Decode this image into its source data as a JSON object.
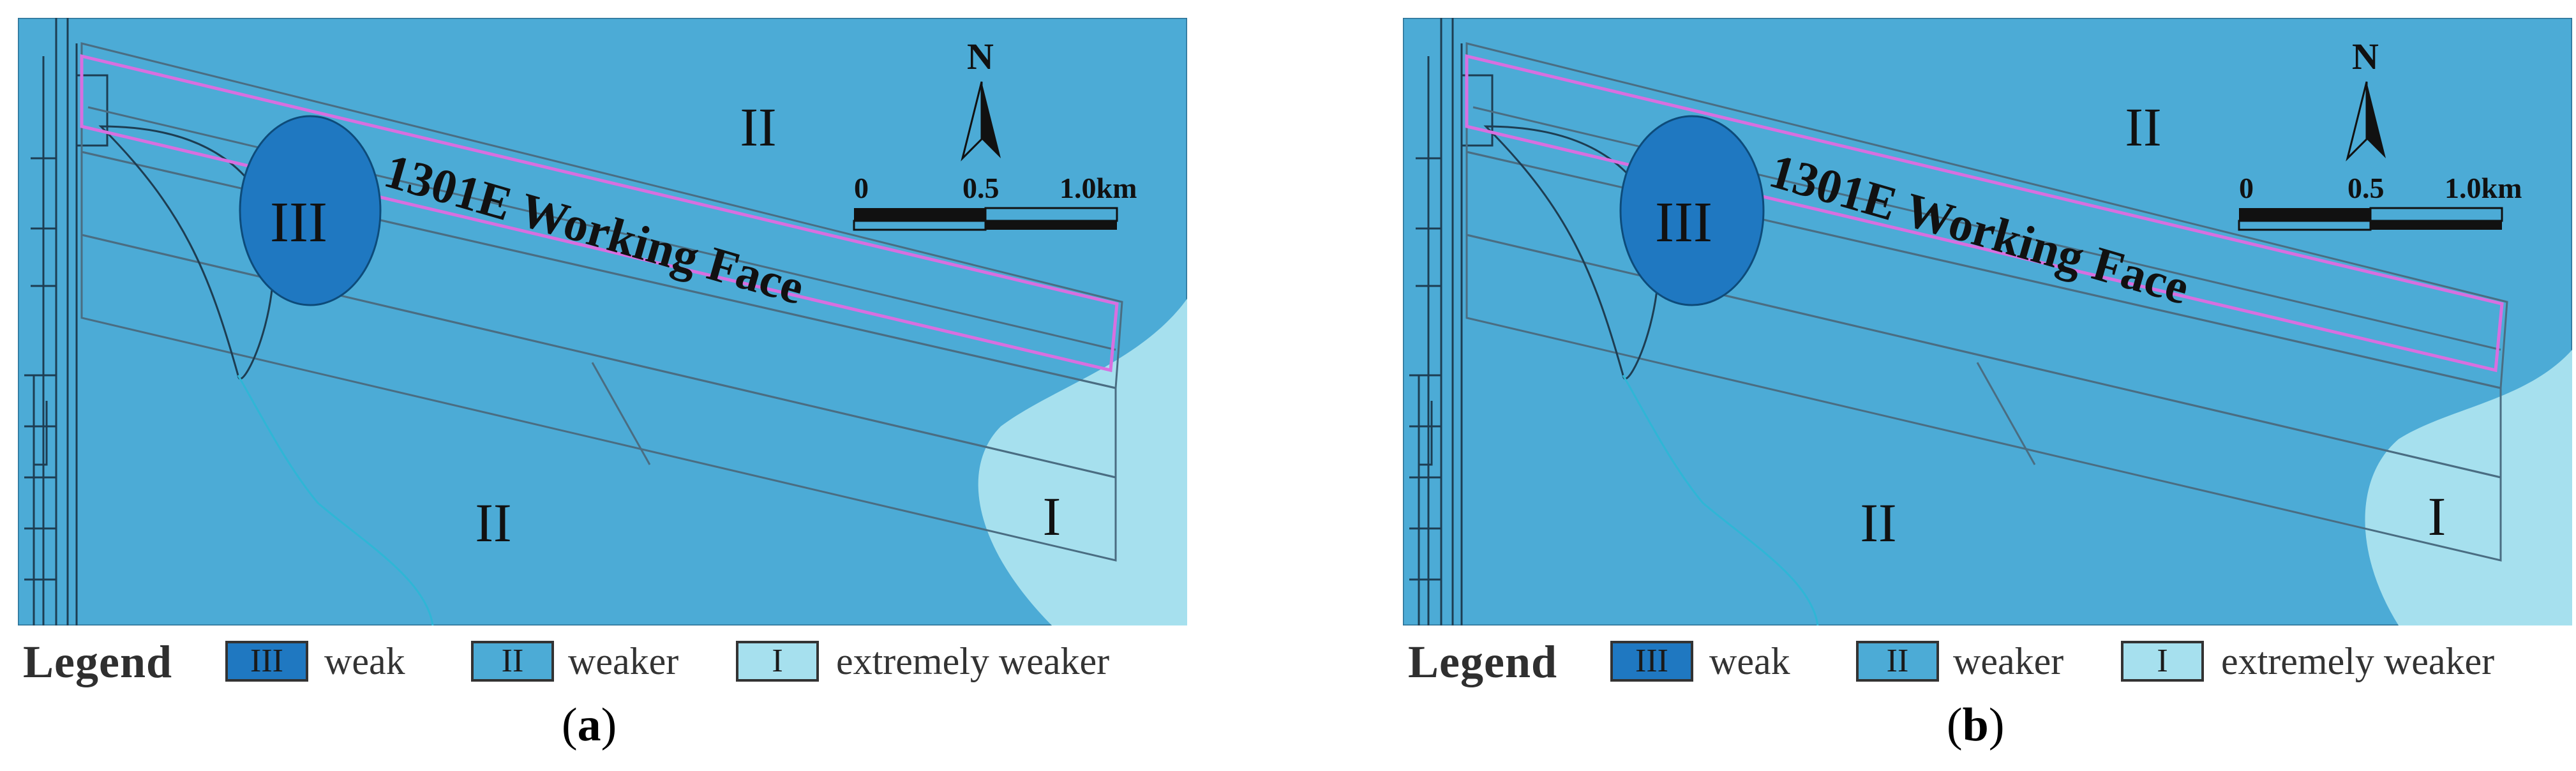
{
  "panels": [
    {
      "id": "a",
      "caption_open": "(",
      "caption_letter": "a",
      "caption_close": ")",
      "map": {
        "working_face_label": "1301E Working Face",
        "zone_labels": {
          "III": "III",
          "II_top": "II",
          "II_bottom": "II",
          "I": "I"
        },
        "north_label": "N",
        "scale": {
          "t0": "0",
          "t1": "0.5",
          "t2": "1.0km"
        }
      },
      "legend": {
        "title": "Legend",
        "items": [
          {
            "symbol": "III",
            "label": "weak",
            "color": "#1f78c1"
          },
          {
            "symbol": "II",
            "label": "weaker",
            "color": "#4cabd6"
          },
          {
            "symbol": "I",
            "label": "extremely weaker",
            "color": "#a6e0ee"
          }
        ]
      }
    },
    {
      "id": "b",
      "caption_open": "(",
      "caption_letter": "b",
      "caption_close": ")",
      "map": {
        "working_face_label": "1301E Working Face",
        "zone_labels": {
          "III": "III",
          "II_top": "II",
          "II_bottom": "II",
          "I": "I"
        },
        "north_label": "N",
        "scale": {
          "t0": "0",
          "t1": "0.5",
          "t2": "1.0km"
        }
      },
      "legend": {
        "title": "Legend",
        "items": [
          {
            "symbol": "III",
            "label": "weak",
            "color": "#1f78c1"
          },
          {
            "symbol": "II",
            "label": "weaker",
            "color": "#4cabd6"
          },
          {
            "symbol": "I",
            "label": "extremely weaker",
            "color": "#a6e0ee"
          }
        ]
      }
    }
  ],
  "colors": {
    "zone_III": "#1f78c1",
    "zone_II": "#4cabd6",
    "zone_I": "#a6e0ee",
    "working_face_outline": "#d86fe0",
    "roadway_lines": "#3a5f78"
  }
}
